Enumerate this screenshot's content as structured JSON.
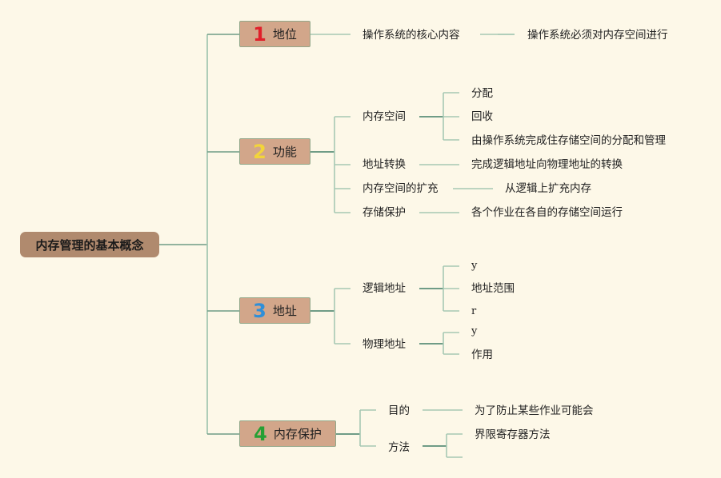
{
  "colors": {
    "background": "#fdf8e8",
    "root_fill": "#b08a6e",
    "topic_fill": "#d2a68a",
    "line_dark": "#6f9c86",
    "line_light": "#a6c8b3",
    "num1": "#e0202a",
    "num2": "#f2d43a",
    "num3": "#2f8fd8",
    "num4": "#26a034"
  },
  "root": {
    "label": "内存管理的基本概念"
  },
  "topics": [
    {
      "number": "1",
      "label": "地位",
      "children": [
        {
          "label": "操作系统的核心内容",
          "children": [
            {
              "label": "操作系统必须对内存空间进行"
            }
          ]
        }
      ]
    },
    {
      "number": "2",
      "label": "功能",
      "children": [
        {
          "label": "内存空间",
          "children": [
            {
              "label": "分配"
            },
            {
              "label": "回收"
            },
            {
              "label": "由操作系统完成住存储空间的分配和管理"
            }
          ]
        },
        {
          "label": "地址转换",
          "children": [
            {
              "label": "完成逻辑地址向物理地址的转换"
            }
          ]
        },
        {
          "label": "内存空间的扩充",
          "children": [
            {
              "label": "从逻辑上扩充内存"
            }
          ]
        },
        {
          "label": "存储保护",
          "children": [
            {
              "label": "各个作业在各自的存储空间运行"
            }
          ]
        }
      ]
    },
    {
      "number": "3",
      "label": "地址",
      "children": [
        {
          "label": "逻辑地址",
          "children": [
            {
              "label": "y"
            },
            {
              "label": "地址范围"
            },
            {
              "label": "r"
            }
          ]
        },
        {
          "label": "物理地址",
          "children": [
            {
              "label": "y"
            },
            {
              "label": "作用"
            }
          ]
        }
      ]
    },
    {
      "number": "4",
      "label": "内存保护",
      "children": [
        {
          "label": "目的",
          "children": [
            {
              "label": "为了防止某些作业可能会"
            }
          ]
        },
        {
          "label": "方法",
          "children": [
            {
              "label": "界限寄存器方法"
            },
            {
              "label": ""
            }
          ]
        }
      ]
    }
  ]
}
